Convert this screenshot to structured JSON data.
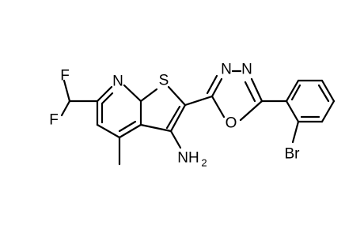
{
  "molecule": {
    "atoms": {
      "F_top": "F",
      "F_bottom": "F",
      "N_pyridine": "N",
      "S_thiophene": "S",
      "N_left_oxadiazole": "N",
      "N_right_oxadiazole": "N",
      "O_oxadiazole": "O",
      "amine": "NH",
      "amine_subscript": "2",
      "bromine": "Br"
    }
  }
}
